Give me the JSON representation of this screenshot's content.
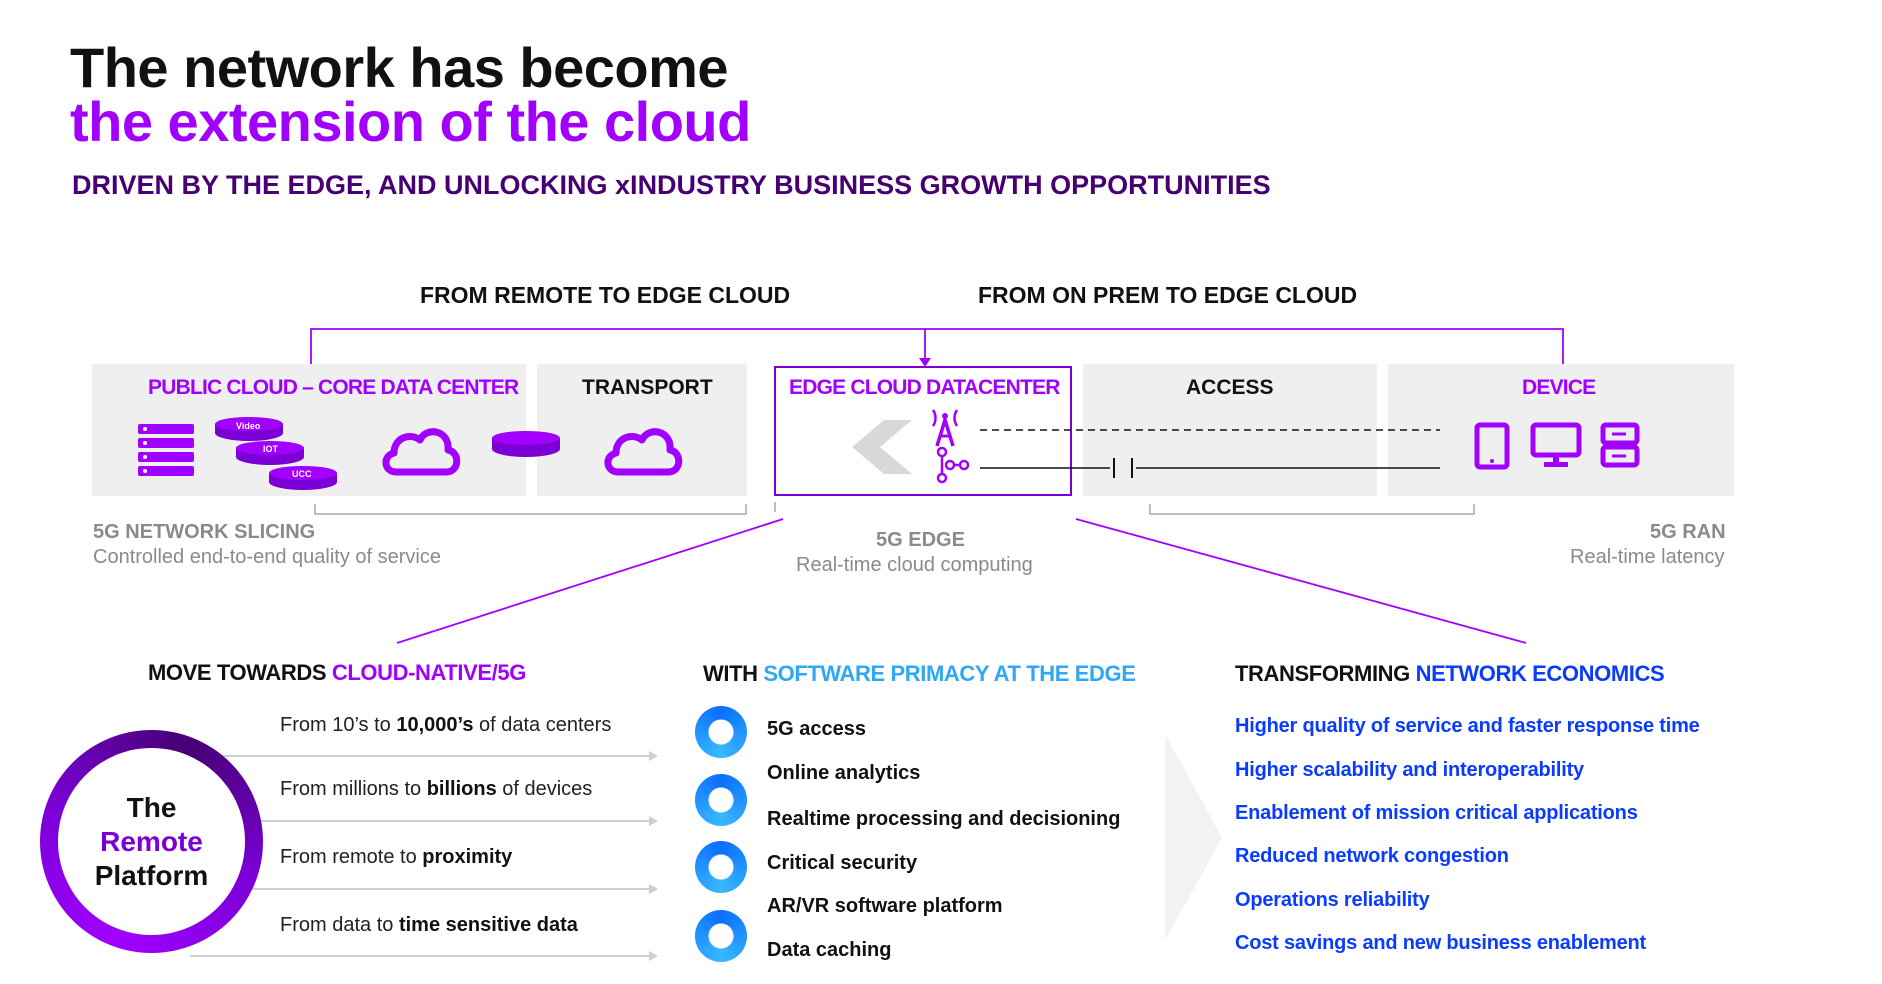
{
  "header": {
    "title_line1": "The network has become",
    "title_line2": "the extension of the cloud",
    "subtitle": "DRIVEN BY THE EDGE, AND UNLOCKING xINDUSTRY BUSINESS GROWTH OPPORTUNITIES"
  },
  "flows": {
    "remote_to_edge": "FROM REMOTE TO EDGE CLOUD",
    "onprem_to_edge": "FROM ON PREM TO EDGE CLOUD"
  },
  "panels": {
    "public_cloud": "PUBLIC CLOUD – CORE DATA CENTER",
    "transport": "TRANSPORT",
    "edge_cloud": "EDGE CLOUD DATACENTER",
    "access": "ACCESS",
    "device": "DEVICE"
  },
  "disks": {
    "video": "Video",
    "iot": "IOT",
    "ucc": "UCC"
  },
  "captions": {
    "slicing_title": "5G NETWORK SLICING",
    "slicing_desc": "Controlled end-to-end quality of service",
    "edge_title": "5G EDGE",
    "edge_desc": "Real-time cloud computing",
    "ran_title": "5G RAN",
    "ran_desc": "Real-time latency"
  },
  "cloud_native": {
    "head_black": "MOVE TOWARDS ",
    "head_color": "CLOUD-NATIVE/5G",
    "rows": [
      {
        "prefix": "From 10’s to ",
        "bold": "10,000’s",
        "suffix": " of data centers"
      },
      {
        "prefix": "From millions to ",
        "bold": "billions",
        "suffix": " of devices"
      },
      {
        "prefix": "From remote to ",
        "bold": "proximity",
        "suffix": ""
      },
      {
        "prefix": "From data to ",
        "bold": "time sensitive data",
        "suffix": ""
      }
    ],
    "ring_line1": "The",
    "ring_line2": "Remote",
    "ring_line3": "Platform"
  },
  "software": {
    "head_black": "WITH ",
    "head_color": "SOFTWARE PRIMACY AT THE EDGE",
    "items": [
      "5G access",
      "Online analytics",
      "Realtime processing and decisioning",
      "Critical  security",
      "AR/VR software platform",
      "Data caching"
    ]
  },
  "economics": {
    "head_black": "TRANSFORMING ",
    "head_color": "NETWORK ECONOMICS",
    "items": [
      "Higher quality of service and faster response time",
      "Higher scalability and interoperability",
      "Enablement of mission critical applications",
      "Reduced network congestion",
      "Operations reliability",
      "Cost savings and new business enablement"
    ]
  },
  "colors": {
    "purple": "#a100ff",
    "dark_purple": "#460073",
    "blue": "#0a3cff",
    "cyan": "#2ea7f5",
    "panel_gray": "#efefef"
  }
}
